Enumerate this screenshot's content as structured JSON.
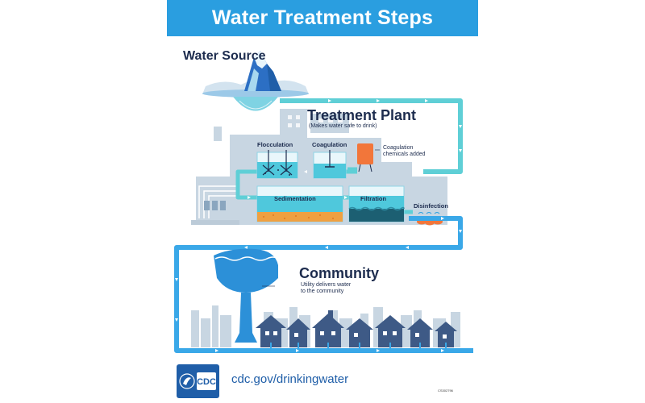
{
  "header": {
    "title": "Water Treatment Steps"
  },
  "sections": {
    "source": {
      "label": "Water Source"
    },
    "plant": {
      "label": "Treatment Plant",
      "note": "(Makes water safe to drink)"
    },
    "community": {
      "label": "Community",
      "note_line1": "Utility delivers water",
      "note_line2": "to the community"
    }
  },
  "steps": {
    "flocculation": "Flocculation",
    "coagulation": "Coagulation",
    "sedimentation": "Sedimentation",
    "filtration": "Filtration",
    "disinfection": "Disinfection"
  },
  "coagulation_note": {
    "line1": "Coagulation",
    "line2": "chemicals added"
  },
  "footer": {
    "logo_text": "CDC",
    "url": "cdc.gov/drinkingwater",
    "code": "CS302796"
  },
  "colors": {
    "banner": "#2a9ee0",
    "pipe": "#5fcfd6",
    "pipe_blue": "#3aa8e8",
    "building": "#c8d6e2",
    "water": "#2c90d8",
    "text": "#1d2c4e",
    "cdc_blue": "#1f5ea8"
  }
}
